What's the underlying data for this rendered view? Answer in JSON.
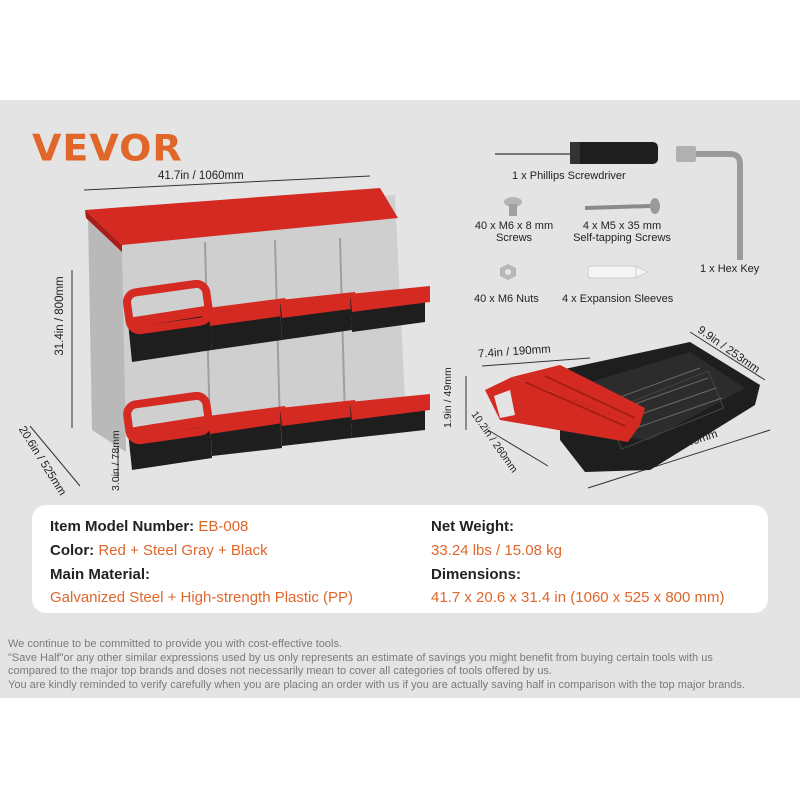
{
  "brand": {
    "logo_text": "VEVOR",
    "accent_color": "#e0662a"
  },
  "product_dimensions": {
    "width": "41.7in / 1060mm",
    "height": "31.4in / 800mm",
    "depth": "20.6in / 525mm",
    "leg_height": "3.0in / 78mm"
  },
  "tray_dimensions": {
    "width": "7.4in / 190mm",
    "depth": "9.9in / 253mm",
    "height": "1.9in / 49mm",
    "inner_length": "10.2in / 260mm",
    "length": "17.3in / 440mm"
  },
  "accessories": [
    {
      "label": "1 x Phillips Screwdriver",
      "icon": "screwdriver-icon"
    },
    {
      "label": "1 x Hex Key",
      "icon": "hex-key-icon"
    },
    {
      "label_line1": "40 x M6 x 8 mm",
      "label_line2": "Screws",
      "icon": "screw-icon"
    },
    {
      "label_line1": "4 x M5 x 35 mm",
      "label_line2": "Self-tapping Screws",
      "icon": "self-tapping-screw-icon"
    },
    {
      "label": "40 x M6 Nuts",
      "icon": "nut-icon"
    },
    {
      "label": "4 x Expansion Sleeves",
      "icon": "expansion-sleeve-icon"
    }
  ],
  "specs": {
    "model_label": "Item Model Number:",
    "model_value": "EB-008",
    "color_label": "Color:",
    "color_value": "Red + Steel Gray + Black",
    "material_label": "Main Material:",
    "material_value": "Galvanized Steel + High-strength Plastic (PP)",
    "weight_label": "Net Weight:",
    "weight_value": "33.24 lbs / 15.08 kg",
    "dimensions_label": "Dimensions:",
    "dimensions_value": "41.7 x 20.6 x 31.4 in (1060 x 525 x 800 mm)"
  },
  "disclaimer": [
    "We continue to be committed to provide you with cost-effective tools.",
    "\"Save Half\"or any other similar expressions used by us only represents an estimate of savings you might benefit from buying certain tools with us",
    "compared to the major top brands and doses not necessarily mean to cover all categories of tools offered by us.",
    "You are kindly reminded to verify carefully when you are placing an order with us if you are actually saving half in comparison with the top major brands."
  ],
  "colors": {
    "red": "#d42a22",
    "steel": "#c9c9c9",
    "black": "#1e1e1e",
    "panel": "#e4e4e4"
  }
}
